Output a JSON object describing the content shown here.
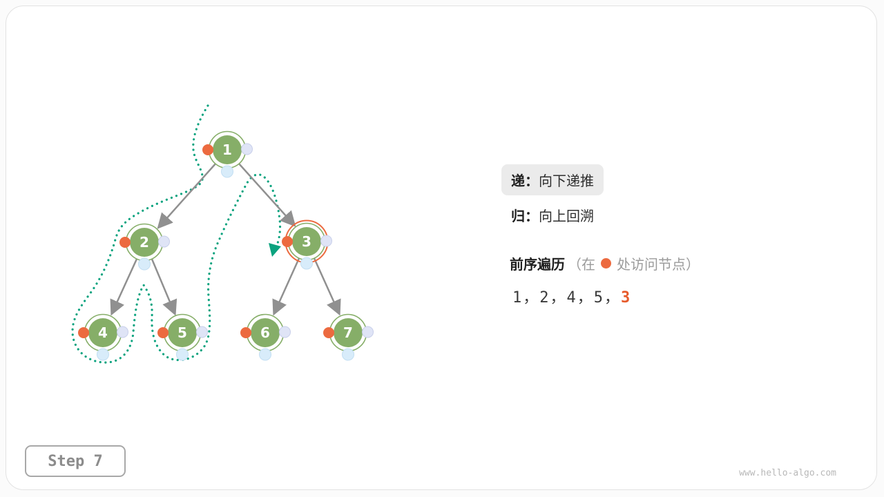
{
  "card": {
    "step_label": "Step 7",
    "watermark": "www.hello-algo.com"
  },
  "panel": {
    "line1_bold": "递：",
    "line1_text": "向下递推",
    "line2_bold": "归：",
    "line2_text": "向上回溯",
    "traversal_bold": "前序遍历",
    "note_open": "（在",
    "note_close": "处访问节点）",
    "sequence_visited": "1，2，4，5，",
    "sequence_current": "3"
  },
  "tree": {
    "nodes": [
      {
        "label": "1"
      },
      {
        "label": "2"
      },
      {
        "label": "3"
      },
      {
        "label": "4"
      },
      {
        "label": "5"
      },
      {
        "label": "6"
      },
      {
        "label": "7"
      }
    ],
    "current_node": "3"
  },
  "colors": {
    "node_green": "#86ae68",
    "visit_orange": "#ec6a3f",
    "sequence_current_orange": "#e65a2b",
    "trace_teal": "#0ba37f",
    "edge_gray": "#909090",
    "postorder_dot": "#dfe4f6",
    "inorder_dot": "#d8ecfa",
    "legend_bg": "#ebebeb"
  }
}
